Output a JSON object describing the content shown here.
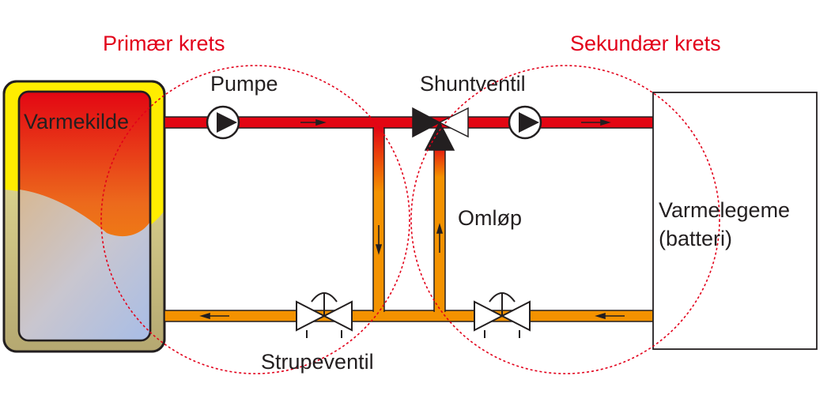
{
  "labels": {
    "primary_circuit": "Primær krets",
    "secondary_circuit": "Sekundær krets",
    "heat_source": "Varmekilde",
    "pump": "Pumpe",
    "shunt_valve": "Shuntventil",
    "bypass": "Omløp",
    "heater_line1": "Varmelegeme",
    "heater_line2": "(batteri)",
    "throttle_valve": "Strupeventil"
  },
  "colors": {
    "circuit_label": "#e2001a",
    "hot_pipe": "#e30613",
    "return_pipe": "#f39200",
    "tank_jacket": "#ffed00",
    "tank_hot": "#e30613",
    "tank_cold": "#b0c4e8",
    "outline": "#231f20"
  }
}
